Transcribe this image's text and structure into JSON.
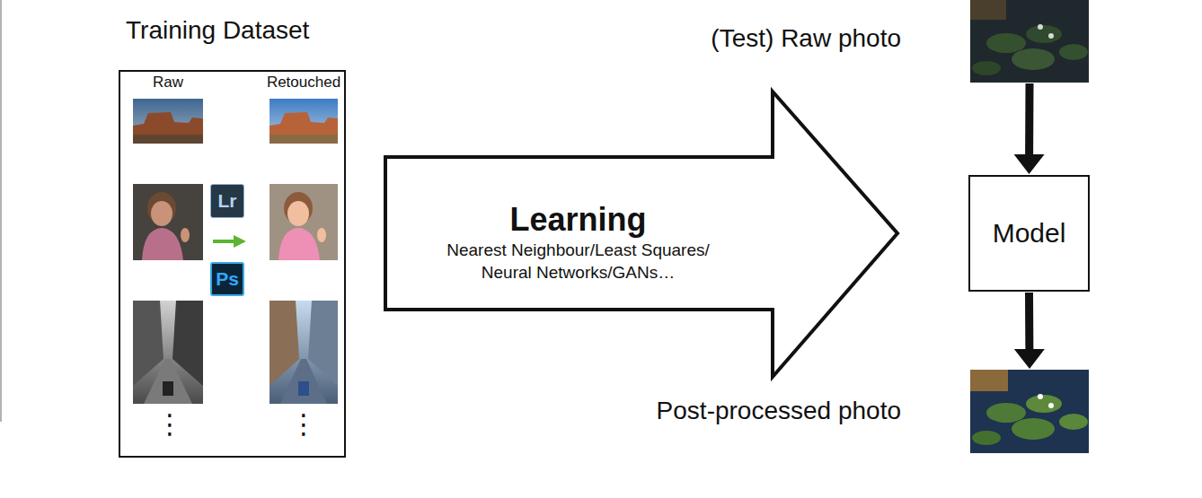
{
  "diagram": {
    "nodes": [
      {
        "text": [
          "Training Dataset",
          "Raw",
          "Retouched",
          "⋮",
          "⋮"
        ]
      },
      {
        "text": [
          "Lr"
        ],
        "in": 0
      },
      {
        "text": [
          "Ps"
        ],
        "in": 0
      },
      {
        "text": [
          "Learning",
          "Nearest Neighbour/Least Squares/ Neural Networks/GANs…"
        ]
      },
      {
        "text": [
          "(Test) Raw photo"
        ]
      },
      {
        "text": [
          "Model"
        ]
      },
      {
        "text": [
          "Post-processed photo"
        ]
      }
    ],
    "edges": [
      {
        "from": 4,
        "to": 5,
        "arrow": "to"
      },
      {
        "from": 5,
        "to": 6,
        "arrow": "to"
      }
    ]
  }
}
